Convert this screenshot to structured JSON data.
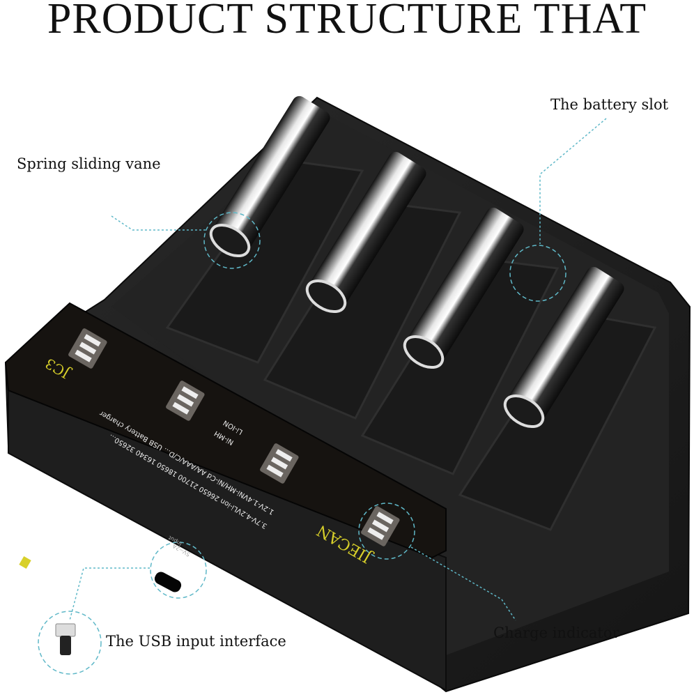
{
  "title": "PRODUCT STRUCTURE THAT",
  "callouts": {
    "battery_slot": "The battery slot",
    "spring_vane": "Spring sliding vane",
    "charge_indicator": "Charge indicator",
    "usb_input": "The USB input interface"
  },
  "device_label": {
    "brand": "JIECAN",
    "model": "JC3",
    "spec_line1": "3.7V-4.2VLi-ion 26650 21700 18650 16340 32650...",
    "spec_line2": "1.2V-1.4VNi-MH/Ni-Cd AA/AAA/C/D... USB Battery charger",
    "chem_1": "Ni-MH",
    "chem_2": "Li-ION",
    "port_label": "Input",
    "port_rating": "5V⎓2A"
  },
  "colors": {
    "body": "#1c1c1c",
    "label_panel": "#161310",
    "brand_yellow": "#d8d02a",
    "callout_line": "#5fb8c8"
  }
}
